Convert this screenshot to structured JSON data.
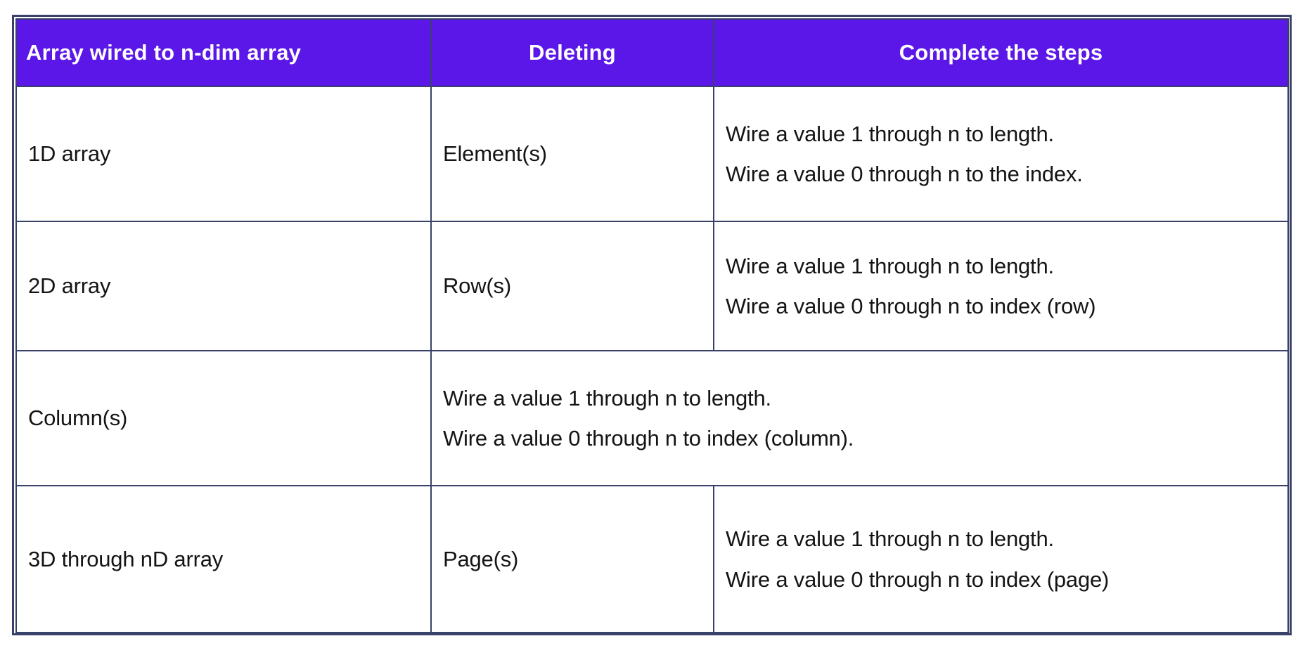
{
  "colors": {
    "header_bg": "#5A17E8",
    "header_text": "#FFFFFF",
    "border": "#3A4168",
    "body_text": "#141414",
    "page_bg": "#FFFFFF"
  },
  "table": {
    "header": {
      "columns": [
        {
          "label": "Array wired to n-dim array",
          "align": "left"
        },
        {
          "label": "Deleting",
          "align": "center"
        },
        {
          "label": "Complete the steps",
          "align": "center"
        }
      ]
    },
    "rows": [
      {
        "array_type": "1D array",
        "deleting": "Element(s)",
        "steps": [
          "Wire a value 1 through n to length.",
          "Wire a value 0 through n to the index."
        ]
      },
      {
        "array_type": "2D array",
        "deleting": "Row(s)",
        "steps": [
          "Wire a value 1 through n to length.",
          "Wire a value 0 through n to index (row)"
        ]
      },
      {
        "array_type": "Column(s)",
        "deleting_merged_with_steps": true,
        "steps": [
          "Wire a value 1 through n to length.",
          "Wire a value 0 through n to index (column)."
        ]
      },
      {
        "array_type": "3D through nD array",
        "deleting": "Page(s)",
        "steps": [
          "Wire a value 1 through n to length.",
          "Wire a value 0 through n to index (page)"
        ]
      }
    ]
  }
}
